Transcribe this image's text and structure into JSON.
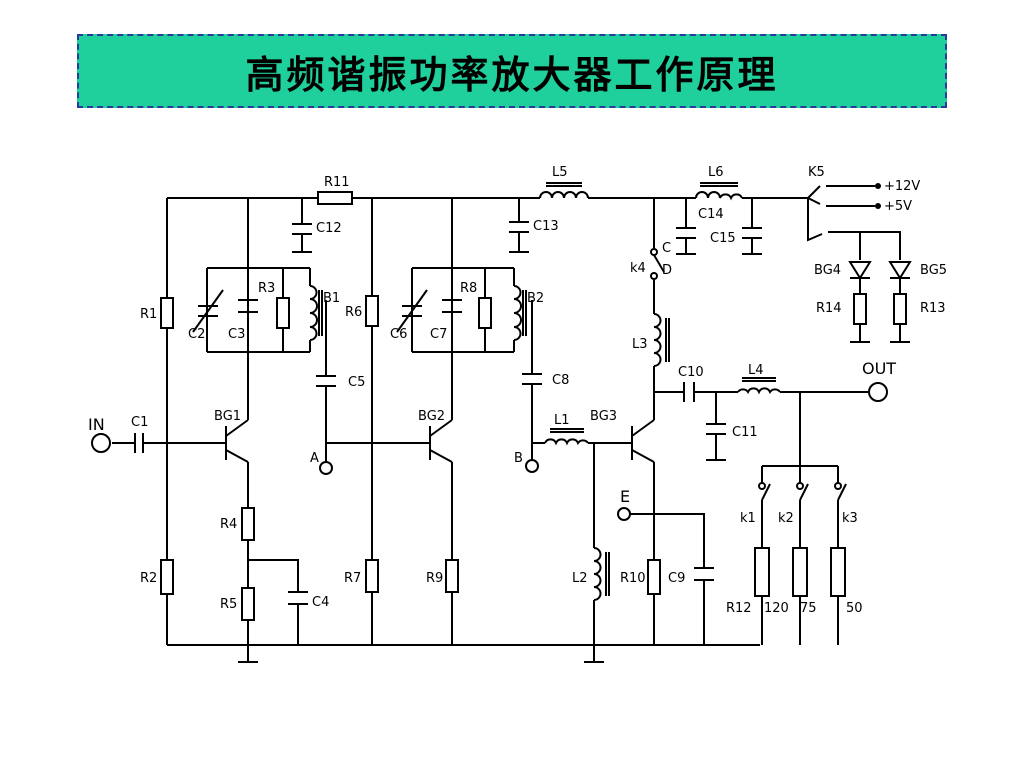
{
  "title": "高频谐振功率放大器工作原理",
  "labels": {
    "IN": "IN",
    "C1": "C1",
    "R1": "R1",
    "R2": "R2",
    "R11": "R11",
    "C12": "C12",
    "C2": "C2",
    "C3": "C3",
    "R3": "R3",
    "B1": "B1",
    "C5": "C5",
    "BG1": "BG1",
    "R4": "R4",
    "R5": "R5",
    "C4": "C4",
    "A": "A",
    "R6": "R6",
    "R7": "R7",
    "L5": "L5",
    "C13": "C13",
    "C6": "C6",
    "C7": "C7",
    "R8": "R8",
    "B2": "B2",
    "C8": "C8",
    "BG2": "BG2",
    "R9": "R9",
    "B": "B",
    "L1": "L1",
    "BG3": "BG3",
    "L2": "L2",
    "E": "E",
    "R10": "R10",
    "C9": "C9",
    "L6": "L6",
    "C14": "C14",
    "C15": "C15",
    "K5": "K5",
    "P12V": "+12V",
    "P5V": "+5V",
    "BG4": "BG4",
    "BG5": "BG5",
    "R14": "R14",
    "R13": "R13",
    "K4C": "C",
    "K4": "k4",
    "K4D": "D",
    "L3": "L3",
    "C10": "C10",
    "L4": "L4",
    "OUT": "OUT",
    "C11": "C11",
    "k1": "k1",
    "k2": "k2",
    "k3": "k3",
    "R12": "R12",
    "V120": "120",
    "V75": "75",
    "V50": "50"
  }
}
